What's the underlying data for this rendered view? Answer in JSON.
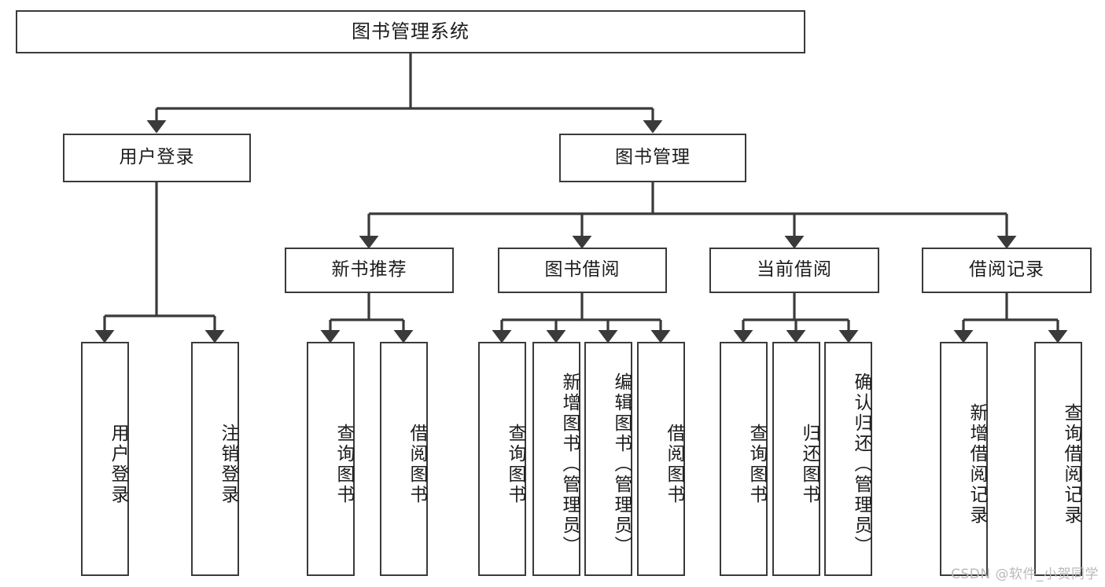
{
  "diagram": {
    "title": "图书管理系统",
    "type": "hierarchy-tree",
    "watermark": "CSDN @软件_小贺同学",
    "colors": {
      "box_border": "#3a3a3a",
      "box_fill": "#ffffff",
      "edge": "#3a3a3a",
      "text": "#1c1c1c",
      "watermark": "#b9b9b9",
      "background": "#ffffff"
    },
    "levels": {
      "root": {
        "label": "图书管理系统"
      },
      "level2": [
        {
          "label": "用户登录"
        },
        {
          "label": "图书管理"
        }
      ],
      "level3": [
        {
          "label": "新书推荐"
        },
        {
          "label": "图书借阅"
        },
        {
          "label": "当前借阅"
        },
        {
          "label": "借阅记录"
        }
      ],
      "leaves": {
        "user_login": [
          {
            "label": "用户登录"
          },
          {
            "label": "注销登录"
          }
        ],
        "new_book_recommend": [
          {
            "label": "查询图书"
          },
          {
            "label": "借阅图书"
          }
        ],
        "book_borrow": [
          {
            "label": "查询图书"
          },
          {
            "label": "新增图书（管理员）"
          },
          {
            "label": "编辑图书（管理员）"
          },
          {
            "label": "借阅图书"
          }
        ],
        "current_borrow": [
          {
            "label": "查询图书"
          },
          {
            "label": "归还图书"
          },
          {
            "label": "确认归还（管理员）"
          }
        ],
        "borrow_record": [
          {
            "label": "新增借阅记录"
          },
          {
            "label": "查询借阅记录"
          }
        ]
      }
    }
  }
}
